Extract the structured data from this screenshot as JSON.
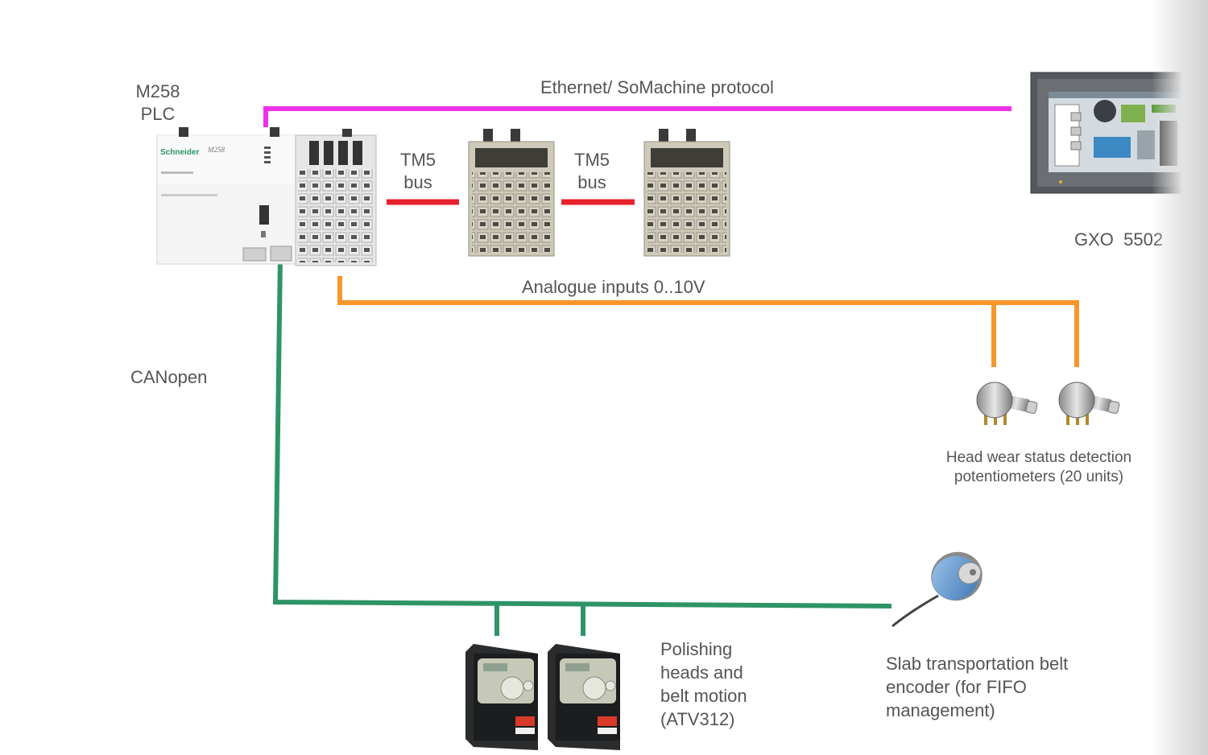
{
  "plc": {
    "label_line1": "M258",
    "label_line2": "PLC",
    "brand": "Schneider",
    "model": "M258"
  },
  "ethernet": {
    "label": "Ethernet/ SoMachine protocol",
    "color": "#f030e8"
  },
  "tm5_bus_1": {
    "line1": "TM5",
    "line2": "bus"
  },
  "tm5_bus_2": {
    "line1": "TM5",
    "line2": "bus"
  },
  "tm5_bus_color": "#e8202a",
  "hmi": {
    "label": "GXO  5502"
  },
  "analog": {
    "label": "Analogue inputs 0..10V",
    "color": "#f7962a"
  },
  "canopen": {
    "label": "CANopen",
    "color": "#2e9466"
  },
  "potentiometers": {
    "line1": "Head wear status detection",
    "line2": "potentiometers (20 units)"
  },
  "drives": {
    "text": "Polishing heads and belt motion (ATV312)"
  },
  "encoder": {
    "text": "Slab transportation belt encoder (for FIFO management)"
  }
}
